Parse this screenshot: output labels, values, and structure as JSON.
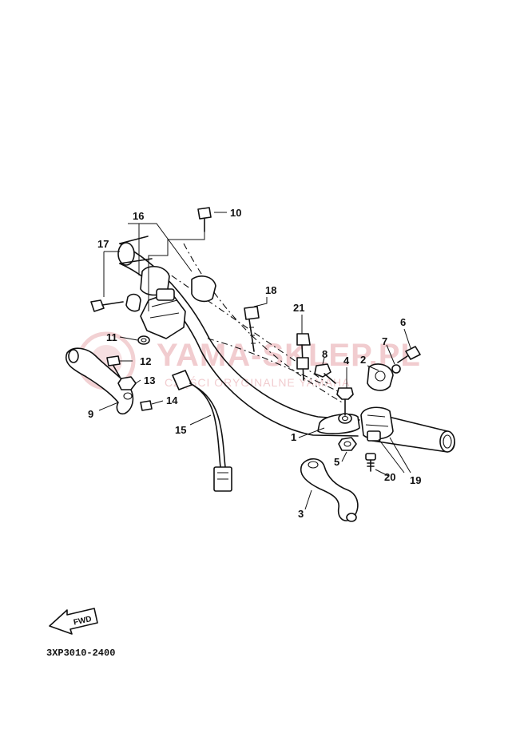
{
  "diagram_code": "3XP3010-2400",
  "fwd_label": "FWD",
  "watermark": {
    "brand": "YAMA-SKLEP.PL",
    "tagline": "CZĘŚCI ORYGINALNE YAMAHA"
  },
  "callouts": {
    "c1": "1",
    "c2": "2",
    "c3": "3",
    "c4": "4",
    "c5": "5",
    "c6": "6",
    "c7": "7",
    "c8": "8",
    "c9": "9",
    "c10": "10",
    "c11": "11",
    "c12": "12",
    "c13": "13",
    "c14": "14",
    "c15": "15",
    "c16": "16",
    "c17": "17",
    "c18": "18",
    "c19": "19",
    "c20": "20",
    "c21": "21"
  },
  "colors": {
    "line": "#111111",
    "watermark": "#e6a3a8"
  }
}
